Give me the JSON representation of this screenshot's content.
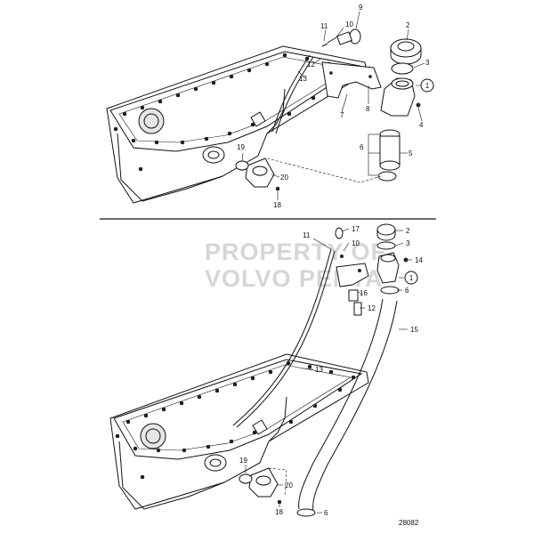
{
  "watermark": {
    "line1": "PROPERTY OF",
    "line2": "VOLVO PENTA"
  },
  "figure_number": "28082",
  "reference_marker": "1",
  "top_callouts": {
    "c9": "9",
    "c10": "10",
    "c11": "11",
    "c2": "2",
    "c3": "3",
    "c12": "12",
    "c13": "13",
    "c7": "7",
    "c8": "8",
    "c4": "4",
    "c6": "6",
    "c5": "5",
    "c19": "19",
    "c20": "20",
    "c18": "18"
  },
  "bottom_callouts": {
    "c11": "11",
    "c17": "17",
    "c10": "10",
    "c2": "2",
    "c3": "3",
    "c14": "14",
    "c16": "16",
    "c12": "12",
    "c6": "6",
    "c15": "15",
    "c13": "13",
    "c19": "19",
    "c20": "20",
    "c18": "18",
    "c6b": "6"
  }
}
